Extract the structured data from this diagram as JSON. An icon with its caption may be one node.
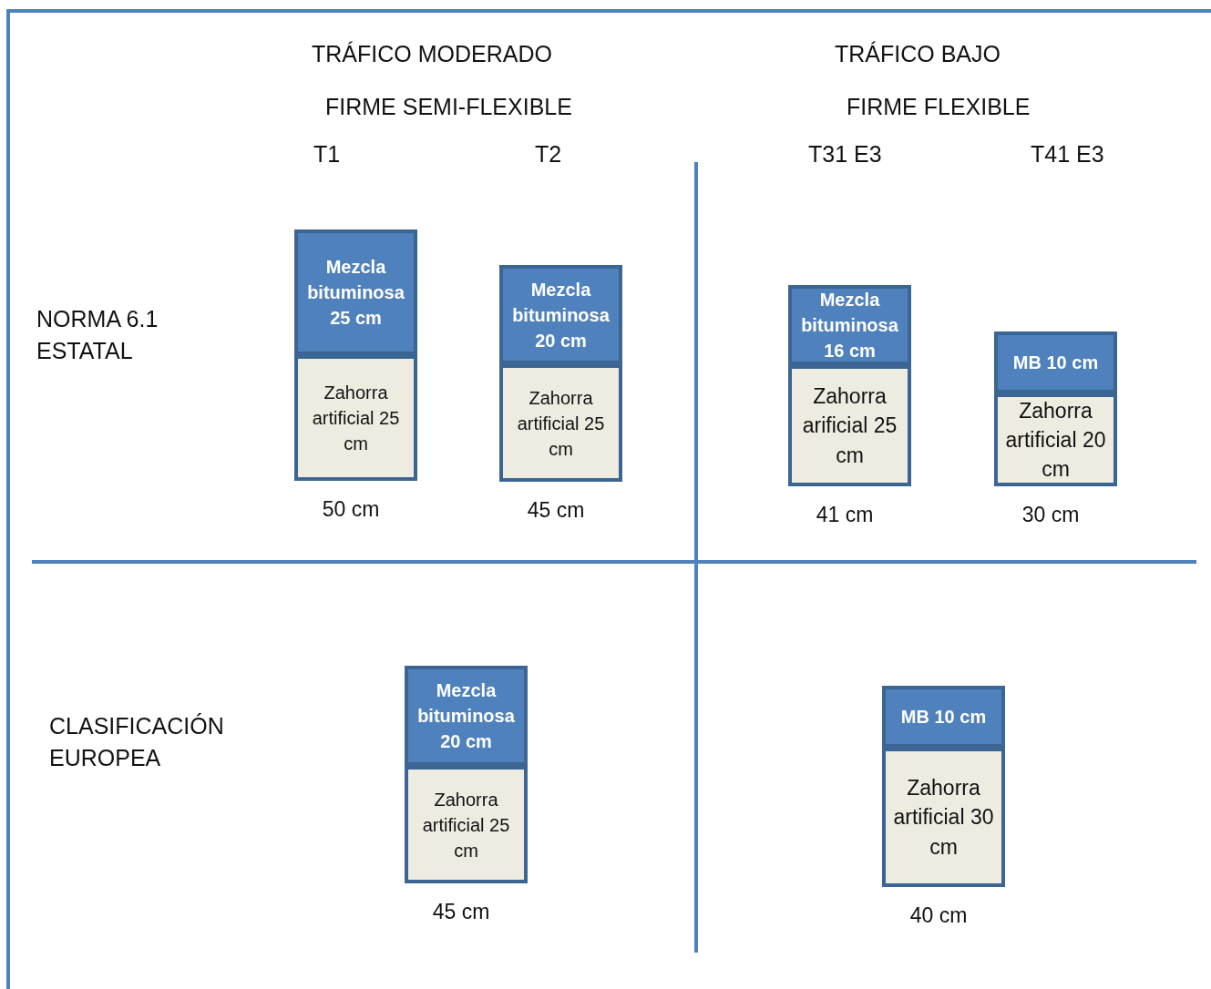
{
  "diagram": {
    "nodes": [
      {
        "text": [
          "Mezcla bituminosa 25 cm"
        ]
      },
      {
        "text": [
          "Zahorra artificial 25 cm"
        ],
        "beside": [
          "50 cm"
        ]
      },
      {
        "text": [
          "Mezcla bituminosa 20 cm"
        ]
      },
      {
        "text": [
          "Zahorra artificial 25 cm"
        ],
        "beside": [
          "45 cm"
        ]
      },
      {
        "text": [
          "Mezcla bituminosa 16 cm"
        ]
      },
      {
        "text": [
          "Zahorra arificial 25 cm"
        ],
        "beside": [
          "41 cm"
        ]
      },
      {
        "text": [
          "MB 10 cm"
        ]
      },
      {
        "text": [
          "Zahorra artificial 20 cm"
        ],
        "beside": [
          "30 cm"
        ]
      },
      {
        "text": [
          "Mezcla bituminosa 20 cm"
        ]
      },
      {
        "text": [
          "Zahorra artificial 25 cm"
        ],
        "beside": [
          "45 cm"
        ]
      },
      {
        "text": [
          "MB 10 cm"
        ]
      },
      {
        "text": [
          "Zahorra artificial 30 cm"
        ],
        "beside": [
          "40 cm"
        ]
      }
    ],
    "labels": [
      "TRÁFICO MODERADO",
      "TRÁFICO BAJO",
      "FIRME SEMI-FLEXIBLE",
      "FIRME FLEXIBLE",
      "T1",
      "T2",
      "T31 E3",
      "T41 E3",
      "NORMA 6.1 ESTATAL",
      "CLASIFICACIÓN EUROPEA"
    ]
  }
}
